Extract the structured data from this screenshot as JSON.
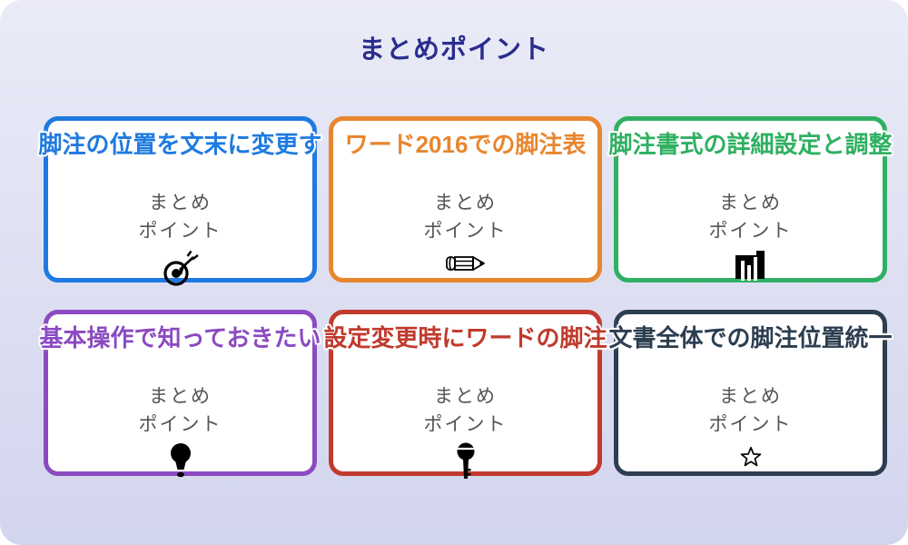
{
  "page": {
    "title": "まとめポイント",
    "title_color": "#2a2d8e",
    "background_top": "#eaebf7",
    "background_bottom": "#d2d5ee",
    "card_background": "#ffffff",
    "body_text_color": "#555555"
  },
  "cards": [
    {
      "title": "脚注の位置を文末に変更す",
      "color": "#1e7ae0",
      "line1": "まとめ",
      "line2": "ポイント",
      "icon": "dart-target-icon"
    },
    {
      "title": "ワード2016での脚注表",
      "color": "#e8862f",
      "line1": "まとめ",
      "line2": "ポイント",
      "icon": "pencil-icon"
    },
    {
      "title": "脚注書式の詳細設定と調整",
      "color": "#2fb062",
      "line1": "まとめ",
      "line2": "ポイント",
      "icon": "bar-chart-icon"
    },
    {
      "title": "基本操作で知っておきたい",
      "color": "#8b4ac1",
      "line1": "まとめ",
      "line2": "ポイント",
      "icon": "light-bulb-icon"
    },
    {
      "title": "設定変更時にワードの脚注",
      "color": "#c03a2d",
      "line1": "まとめ",
      "line2": "ポイント",
      "icon": "key-icon"
    },
    {
      "title": "文書全体での脚注位置統一",
      "color": "#2c3e50",
      "line1": "まとめ",
      "line2": "ポイント",
      "icon": "star-icon"
    }
  ]
}
